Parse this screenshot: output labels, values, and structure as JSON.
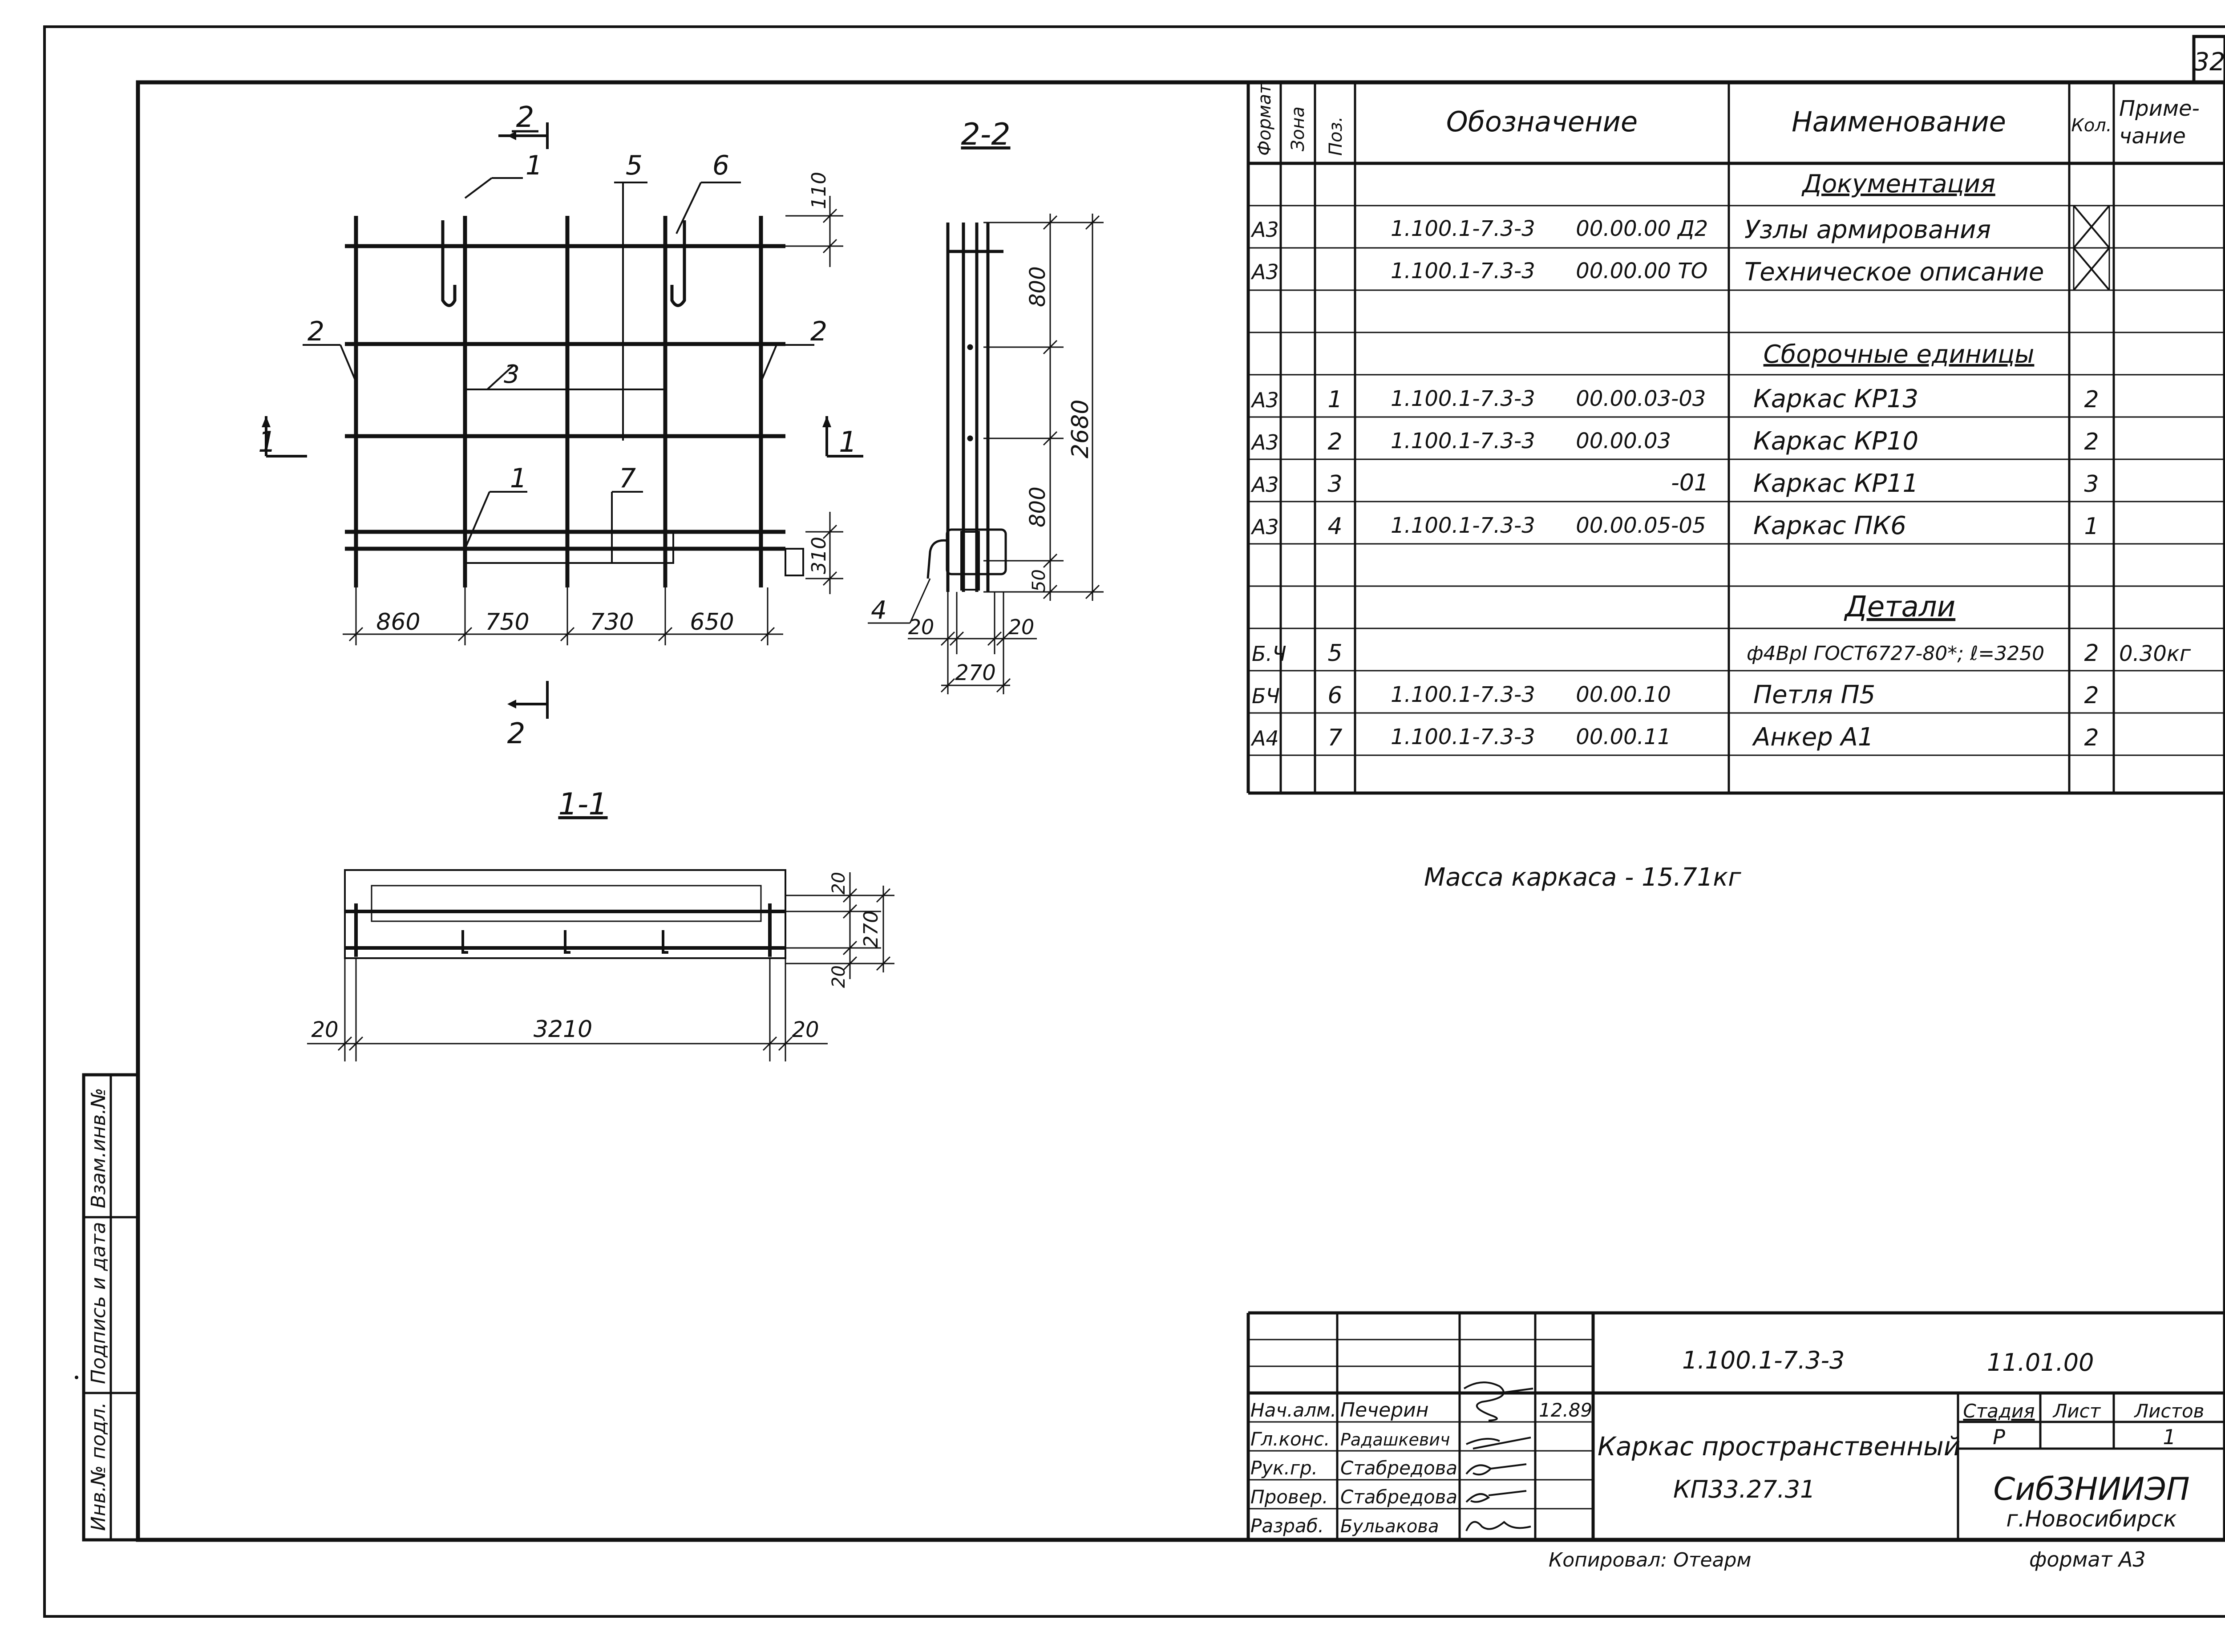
{
  "sheet_number": "32",
  "sections": {
    "cut_2_label": "2",
    "cut_1_label": "1",
    "section_2_2": "2-2",
    "section_1_1": "1-1"
  },
  "front_view": {
    "callouts": [
      "1",
      "5",
      "6",
      "2",
      "2",
      "3",
      "1",
      "7"
    ],
    "dim_top": "110",
    "dim_bottom": "310",
    "dims_horizontal": [
      "860",
      "750",
      "730",
      "650"
    ]
  },
  "side_view": {
    "dim_upper": "800",
    "dim_lower": "800",
    "dim_total": "2680",
    "dim_base": "50",
    "callout_4": "4",
    "dim_left": "20",
    "dim_right": "20",
    "dim_width": "270"
  },
  "plan_view": {
    "dim_top": "20",
    "dim_bottom": "20",
    "dim_height": "270",
    "dim_length": "3210",
    "dim_left": "20",
    "dim_right": "20"
  },
  "spec_table": {
    "headers": {
      "format": "Формат",
      "zone": "Зона",
      "pos": "Поз.",
      "designation": "Обозначение",
      "name": "Наименование",
      "qty": "Кол.",
      "note": "Приме-\nчание"
    },
    "rows": [
      {
        "format": "",
        "pos": "",
        "designation": "",
        "name": "Документация",
        "qty": "",
        "note": "",
        "heading": true
      },
      {
        "format": "А3",
        "pos": "",
        "designation": "1.100.1-7.3-3      00.00.00 Д2",
        "name": "Узлы армирования",
        "qty": "X",
        "note": ""
      },
      {
        "format": "А3",
        "pos": "",
        "designation": "1.100.1-7.3-3      00.00.00 ТО",
        "name": "Техническое описание",
        "qty": "X",
        "note": ""
      },
      {
        "format": "",
        "pos": "",
        "designation": "",
        "name": "Сборочные единицы",
        "qty": "",
        "note": "",
        "heading": true
      },
      {
        "format": "А3",
        "pos": "1",
        "designation": "1.100.1-7.3-3      00.00.03-03",
        "name": "Каркас КР13",
        "qty": "2",
        "note": ""
      },
      {
        "format": "А3",
        "pos": "2",
        "designation": "1.100.1-7.3-3      00.00.03",
        "name": "Каркас КР10",
        "qty": "2",
        "note": ""
      },
      {
        "format": "А3",
        "pos": "3",
        "designation": "-01",
        "name": "Каркас КР11",
        "qty": "3",
        "note": ""
      },
      {
        "format": "А3",
        "pos": "4",
        "designation": "1.100.1-7.3-3      00.00.05-05",
        "name": "Каркас ПК6",
        "qty": "1",
        "note": ""
      },
      {
        "format": "",
        "pos": "",
        "designation": "",
        "name": "",
        "qty": "",
        "note": ""
      },
      {
        "format": "",
        "pos": "",
        "designation": "",
        "name": "Детали",
        "qty": "",
        "note": "",
        "heading": true
      },
      {
        "format": "Б.Ч",
        "pos": "5",
        "designation": "",
        "name": "ф4ВрI ГОСТ6727-80*; ℓ=3250",
        "qty": "2",
        "note": "0.30кг"
      },
      {
        "format": "БЧ",
        "pos": "6",
        "designation": "1.100.1-7.3-3      00.00.10",
        "name": "Петля П5",
        "qty": "2",
        "note": ""
      },
      {
        "format": "А4",
        "pos": "7",
        "designation": "1.100.1-7.3-3      00.00.11",
        "name": "Анкер А1",
        "qty": "2",
        "note": ""
      }
    ]
  },
  "mass_note": "Масса каркаса - 15.71кг",
  "side_stamp": {
    "col1": "Инв.№ подл.",
    "col2": "Подпись и дата",
    "col3": "Взам.инв.№"
  },
  "title_block": {
    "doc_code": "1.100.1-7.3-3",
    "doc_suffix": "11.01.00",
    "date": "12.89",
    "roles": [
      {
        "role": "Нач.алм.",
        "name": "Печерин"
      },
      {
        "role": "Гл.конс.",
        "name": "Радашкевич"
      },
      {
        "role": "Рук.гр.",
        "name": "Стабредова"
      },
      {
        "role": "Провер.",
        "name": "Стабредова"
      },
      {
        "role": "Разраб.",
        "name": "Бульакова"
      }
    ],
    "title": "Каркас пространственный",
    "mark": "КП33.27.31",
    "stage_label": "Стадия",
    "sheet_label": "Лист",
    "sheets_label": "Листов",
    "stage_value": "Р",
    "sheet_value": "",
    "sheets_value": "1",
    "org": "СибЗНИИЭП",
    "city": "г.Новосибирск"
  },
  "copied_by": "Копировал: Отеарм",
  "format_label": "формат А3"
}
